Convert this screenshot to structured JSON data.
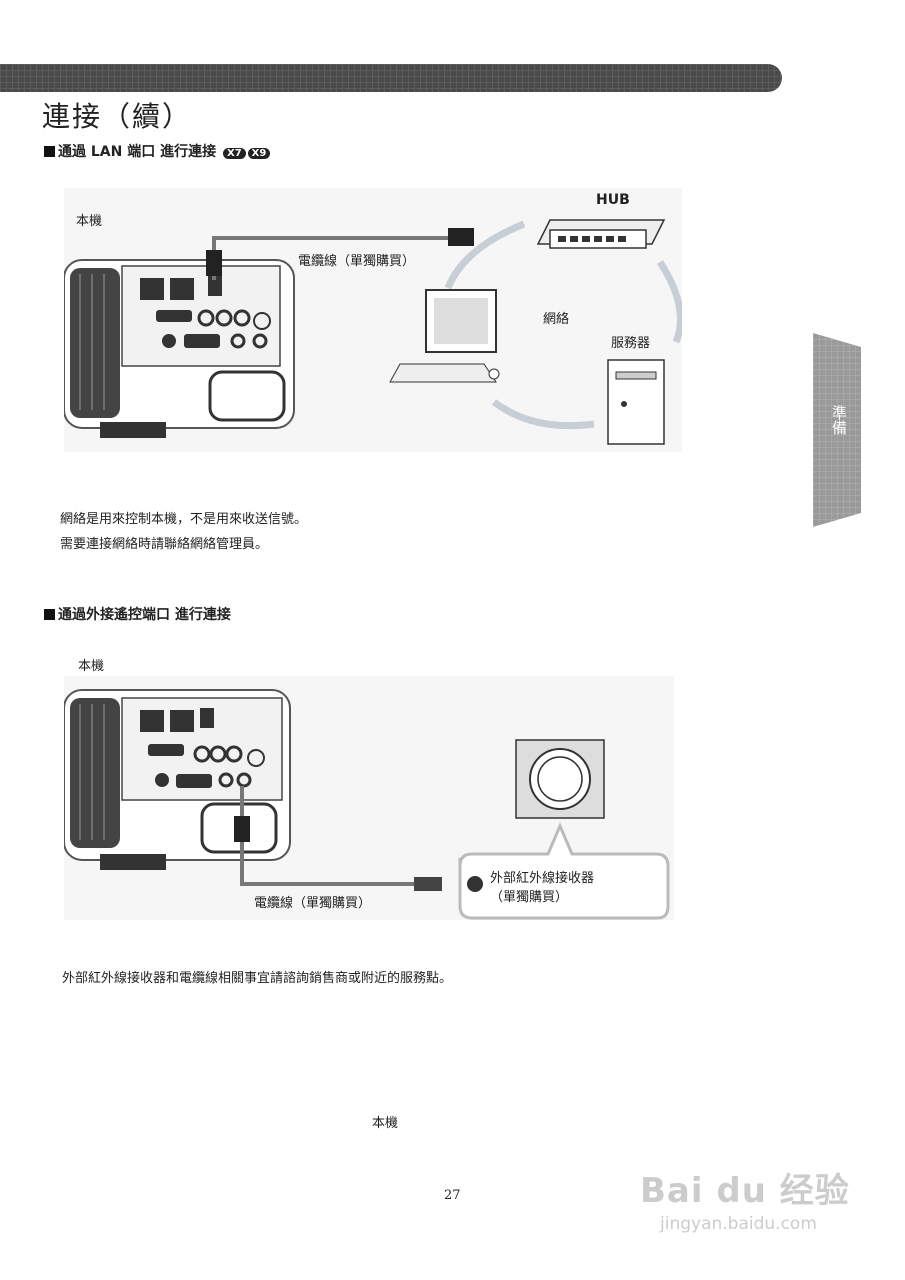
{
  "page": {
    "title": "連接（續）",
    "page_number": "27",
    "side_tab": "準備",
    "stray_label": "本機"
  },
  "section1": {
    "heading": "通過 LAN 端口 進行連接",
    "badges": [
      "X7",
      "X9"
    ],
    "labels": {
      "unit": "本機",
      "cable": "電纜線（單獨購買）",
      "hub": "HUB",
      "network": "網絡",
      "server": "服務器"
    },
    "notes": [
      "網絡是用來控制本機，不是用來收送信號。",
      "需要連接網絡時請聯絡網絡管理員。"
    ]
  },
  "section2": {
    "heading": "通過外接遙控端口 進行連接",
    "labels": {
      "unit": "本機",
      "cable": "電纜線（單獨購買）",
      "receiver_line1": "外部紅外線接收器",
      "receiver_line2": "（單獨購買）"
    },
    "note": "外部紅外線接收器和電纜線相關事宜請諮詢銷售商或附近的服務點。"
  },
  "watermark": {
    "line1": "Bai du 经验",
    "line2": "jingyan.baidu.com"
  }
}
